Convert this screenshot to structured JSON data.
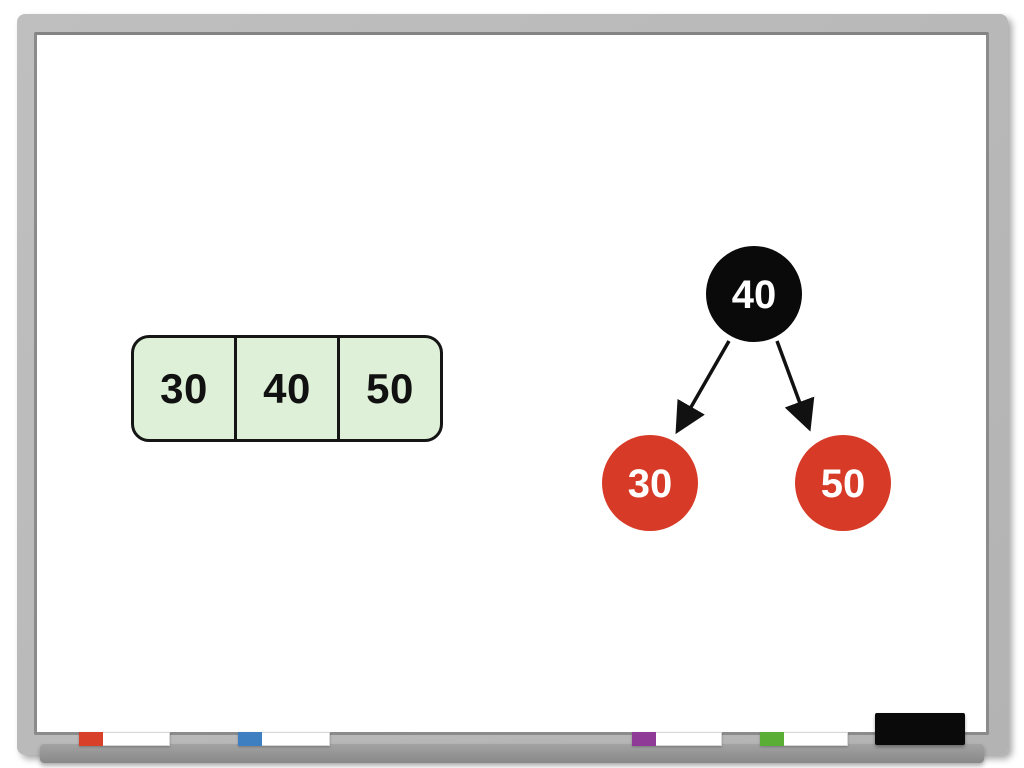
{
  "board": {
    "frame_color": "#b9b9b9",
    "surface_color": "#ffffff"
  },
  "array": {
    "cells": [
      "30",
      "40",
      "50"
    ],
    "fill": "#def0d7",
    "border_color": "#151515",
    "text_color": "#111111"
  },
  "tree": {
    "edge_color": "#111111",
    "root": {
      "label": "40",
      "fill": "#0a0a0a",
      "text_color": "#ffffff"
    },
    "children": [
      {
        "label": "30",
        "fill": "#d73a26",
        "text_color": "#ffffff"
      },
      {
        "label": "50",
        "fill": "#d73a26",
        "text_color": "#ffffff"
      }
    ]
  },
  "tray": {
    "markers": [
      {
        "name": "red-marker",
        "cap_color": "#d9402a"
      },
      {
        "name": "blue-marker",
        "cap_color": "#3d7fc1"
      },
      {
        "name": "purple-marker",
        "cap_color": "#8e3a96"
      },
      {
        "name": "green-marker",
        "cap_color": "#5aae35"
      }
    ],
    "eraser_color": "#0a0a0a"
  }
}
